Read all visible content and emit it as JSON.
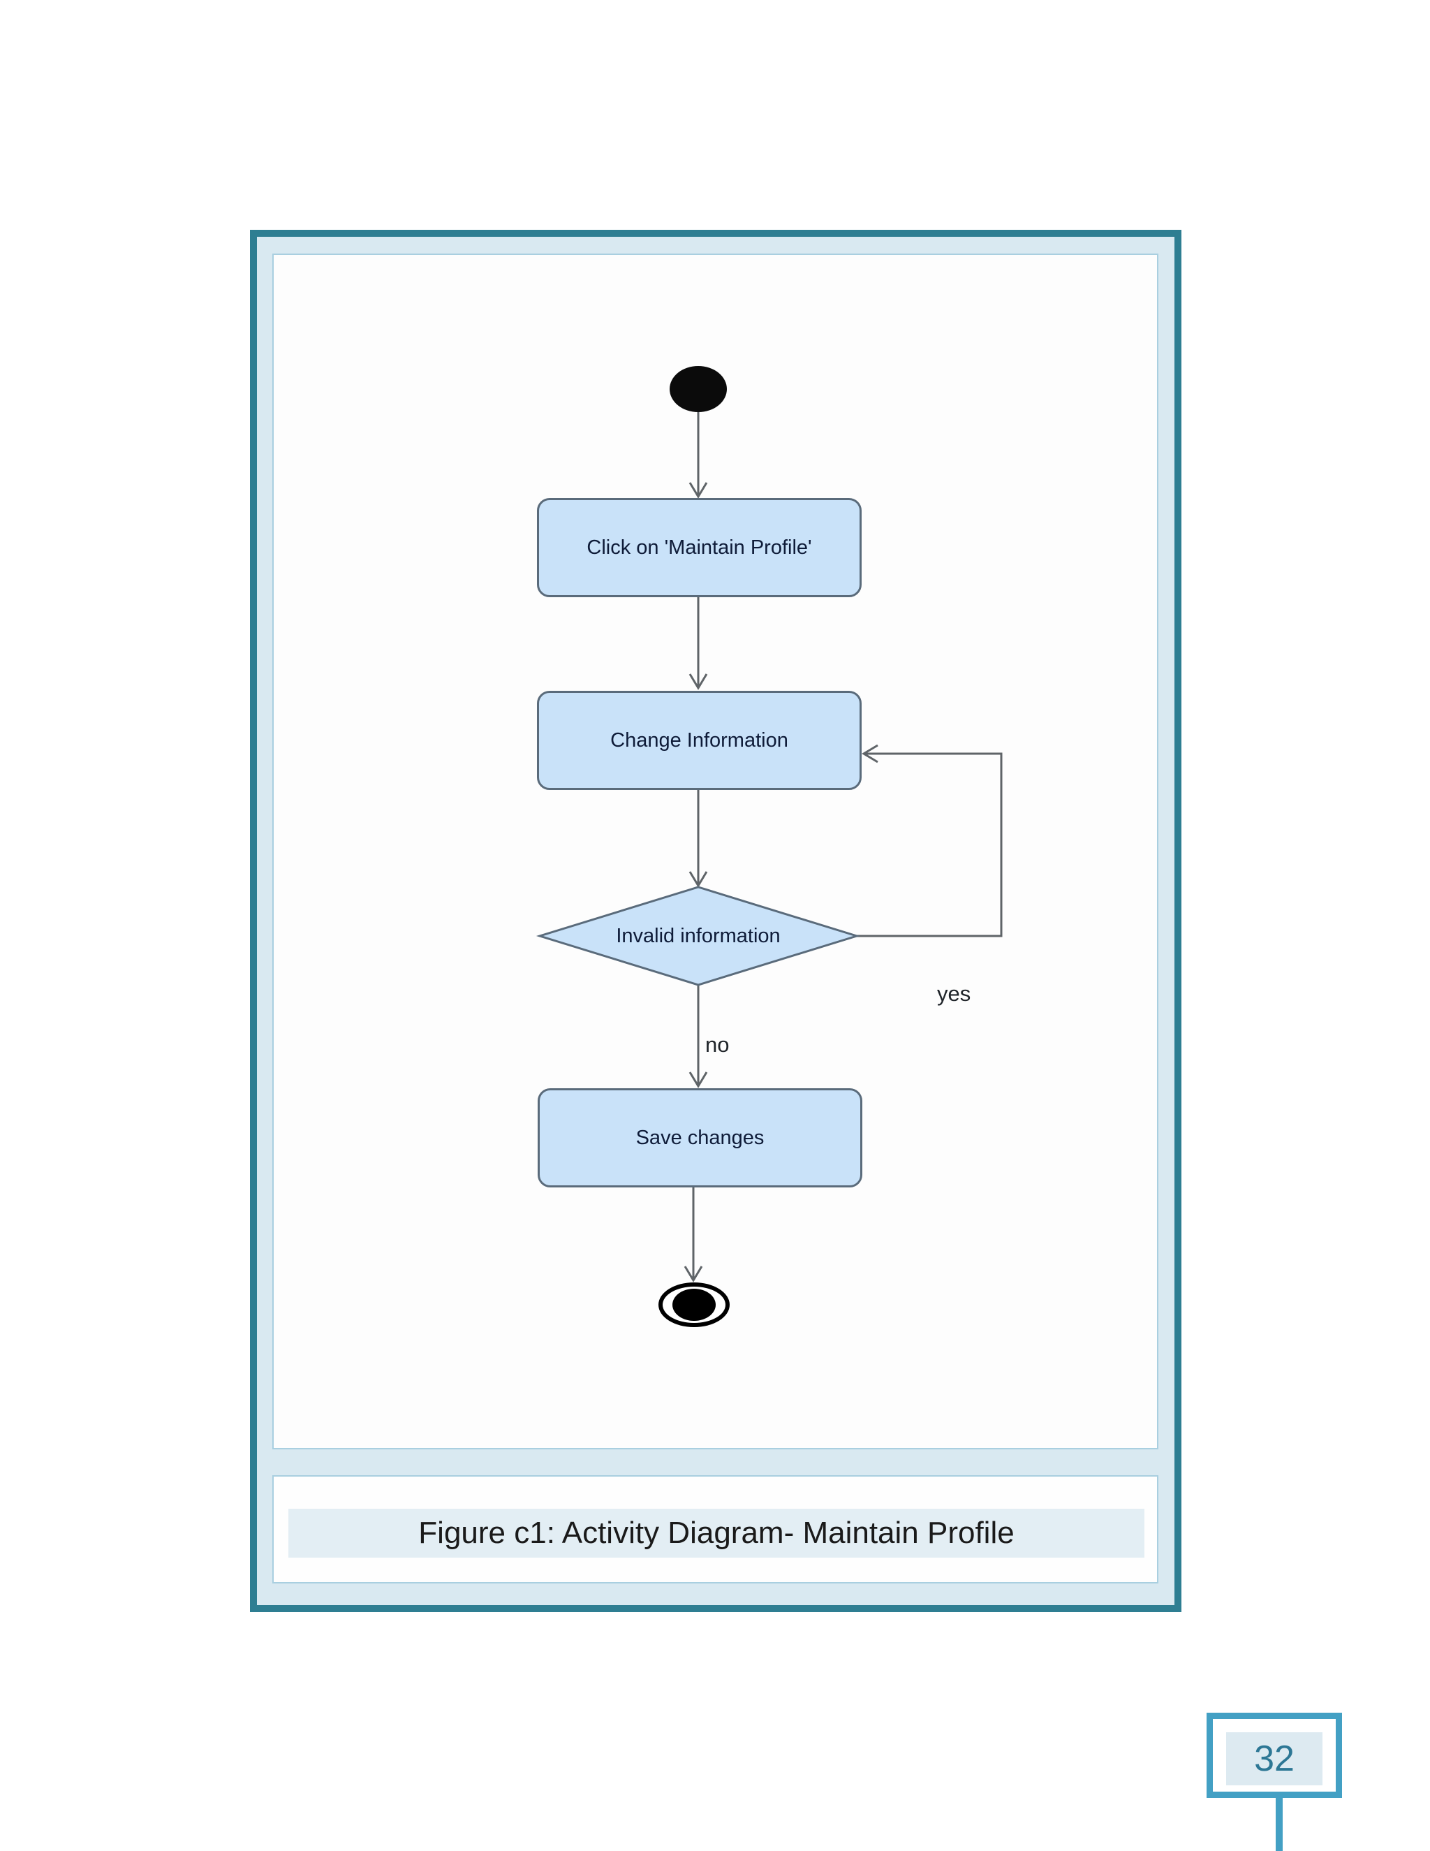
{
  "figure": {
    "caption": "Figure c1: Activity Diagram- Maintain Profile",
    "frame_border_color": "#2e7e92",
    "frame_fill_color": "#d9e9f1"
  },
  "diagram": {
    "type": "uml-activity",
    "nodes": {
      "step1": "Click on 'Maintain Profile'",
      "step2": "Change Information",
      "decision": "Invalid information",
      "step3": "Save changes"
    },
    "labels": {
      "yes": "yes",
      "no": "no"
    },
    "flow": [
      "start -> step1",
      "step1 -> step2",
      "step2 -> decision",
      "decision -yes-> step2 (loop back)",
      "decision -no-> step3",
      "step3 -> end"
    ],
    "colors": {
      "node_fill": "#c9e2f9",
      "node_border": "#5a6b7b",
      "arrow": "#5f6468"
    }
  },
  "footer": {
    "page_number": "32",
    "box_border_color": "#43a0c4",
    "band_color": "#ddeaf1"
  }
}
